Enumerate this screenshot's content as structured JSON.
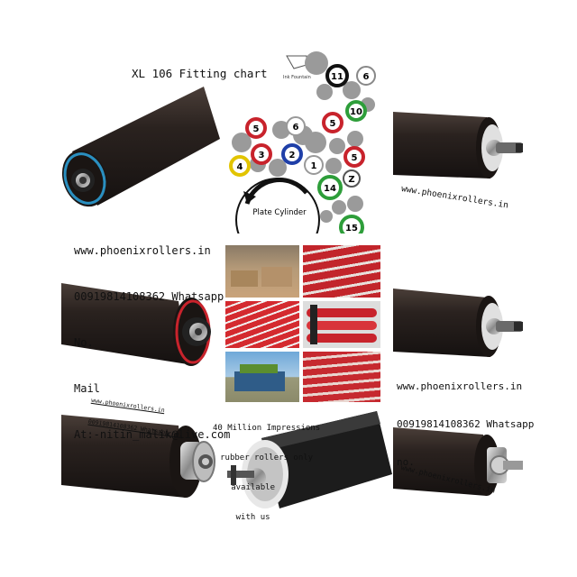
{
  "chart": {
    "title": "XL 106 Fitting chart",
    "ink_fountain_label": "Ink Fountain",
    "plate_cylinder_label": "Plate Cylinder",
    "roller_numbers": [
      "11",
      "6",
      "10",
      "5",
      "6",
      "5",
      "3",
      "2",
      "1",
      "5",
      "4",
      "14",
      "Z",
      "15"
    ]
  },
  "contact_left": {
    "website": "www.phoenixrollers.in",
    "phone_line": "00919814108362 Whatsapp",
    "no": "No.",
    "mail": "Mail",
    "email": "At:-nitin_malik@live.com"
  },
  "watermark_top_right": "www.phoenixrollers.in",
  "contact_right": {
    "website": "www.phoenixrollers.in",
    "phone_line": "00919814108362 Whatsapp",
    "no": "no."
  },
  "rotated_small": {
    "website": "www.phoenixrollers.in",
    "phone_line": "00919814108362 Whatsapp no."
  },
  "impressions": {
    "line1": "40 Million Impressions",
    "line2": "rubber rollers only",
    "line3": "available",
    "line4": "with us"
  },
  "watermark_bottom_right": "www.phoenixrollers.in",
  "colors": {
    "roller_body": "#2a2320",
    "ring_red": "#c8232c",
    "ring_green": "#2e9e3a",
    "ring_blue": "#1f3fa8",
    "ring_yellow": "#e2c400",
    "ring_black": "#111111",
    "roller_grey": "#9a9a9a"
  }
}
